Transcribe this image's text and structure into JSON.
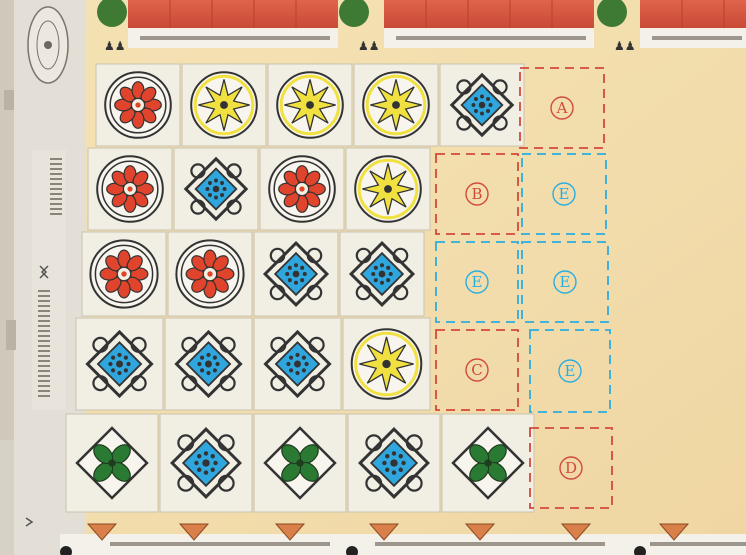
{
  "colors": {
    "sand": "#f1ddb0",
    "tile": "#f1eee4",
    "red_tile": "#e0442c",
    "yellow_tile": "#f0e040",
    "blue_tile": "#2fa6dd",
    "green_tile": "#2b7a34",
    "slot_red": "#d24a3a",
    "slot_blue": "#2aaee0",
    "roof": "#d7553e"
  },
  "board": {
    "rows": [
      [
        "red-flower",
        "yellow-star",
        "yellow-star",
        "yellow-star",
        "blue-diamond"
      ],
      [
        "red-flower",
        "blue-diamond",
        "red-flower",
        "yellow-star"
      ],
      [
        "red-flower",
        "red-flower",
        "blue-diamond",
        "blue-diamond"
      ],
      [
        "blue-diamond",
        "blue-diamond",
        "blue-diamond",
        "yellow-star"
      ],
      [
        "green-leaf",
        "blue-diamond",
        "green-leaf",
        "blue-diamond",
        "green-leaf"
      ]
    ]
  },
  "slots": [
    {
      "id": "slot-a",
      "label": "A",
      "color": "red"
    },
    {
      "id": "slot-b",
      "label": "B",
      "color": "red"
    },
    {
      "id": "slot-e1",
      "label": "E",
      "color": "blue"
    },
    {
      "id": "slot-e2",
      "label": "E",
      "color": "blue"
    },
    {
      "id": "slot-e3",
      "label": "E",
      "color": "blue"
    },
    {
      "id": "slot-c",
      "label": "C",
      "color": "red"
    },
    {
      "id": "slot-e4",
      "label": "E",
      "color": "blue"
    },
    {
      "id": "slot-d",
      "label": "D",
      "color": "red"
    }
  ]
}
